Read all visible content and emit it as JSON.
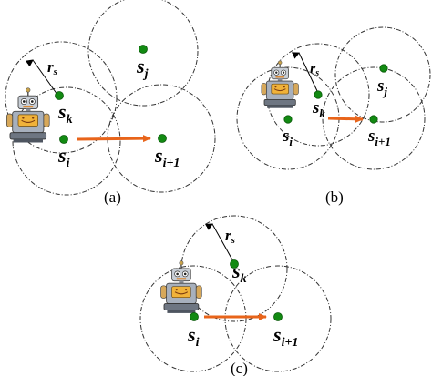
{
  "panels": [
    {
      "caption": "(a)",
      "radius_label": "r",
      "radius_sub": "s",
      "nodes": [
        {
          "base": "s",
          "sub": "j"
        },
        {
          "base": "s",
          "sub": "k"
        },
        {
          "base": "s",
          "sub": "i"
        },
        {
          "base": "s",
          "sub": "i+1"
        }
      ]
    },
    {
      "caption": "(b)",
      "radius_label": "r",
      "radius_sub": "s",
      "nodes": [
        {
          "base": "s",
          "sub": "j"
        },
        {
          "base": "s",
          "sub": "k"
        },
        {
          "base": "s",
          "sub": "i"
        },
        {
          "base": "s",
          "sub": "i+1"
        }
      ]
    },
    {
      "caption": "(c)",
      "radius_label": "r",
      "radius_sub": "s",
      "nodes": [
        {
          "base": "s",
          "sub": "k"
        },
        {
          "base": "s",
          "sub": "i"
        },
        {
          "base": "s",
          "sub": "i+1"
        }
      ]
    }
  ],
  "colors": {
    "node": "#128a12",
    "arrow": "#e8641a",
    "circle": "#333333"
  },
  "icons": [
    "robot-icon"
  ]
}
